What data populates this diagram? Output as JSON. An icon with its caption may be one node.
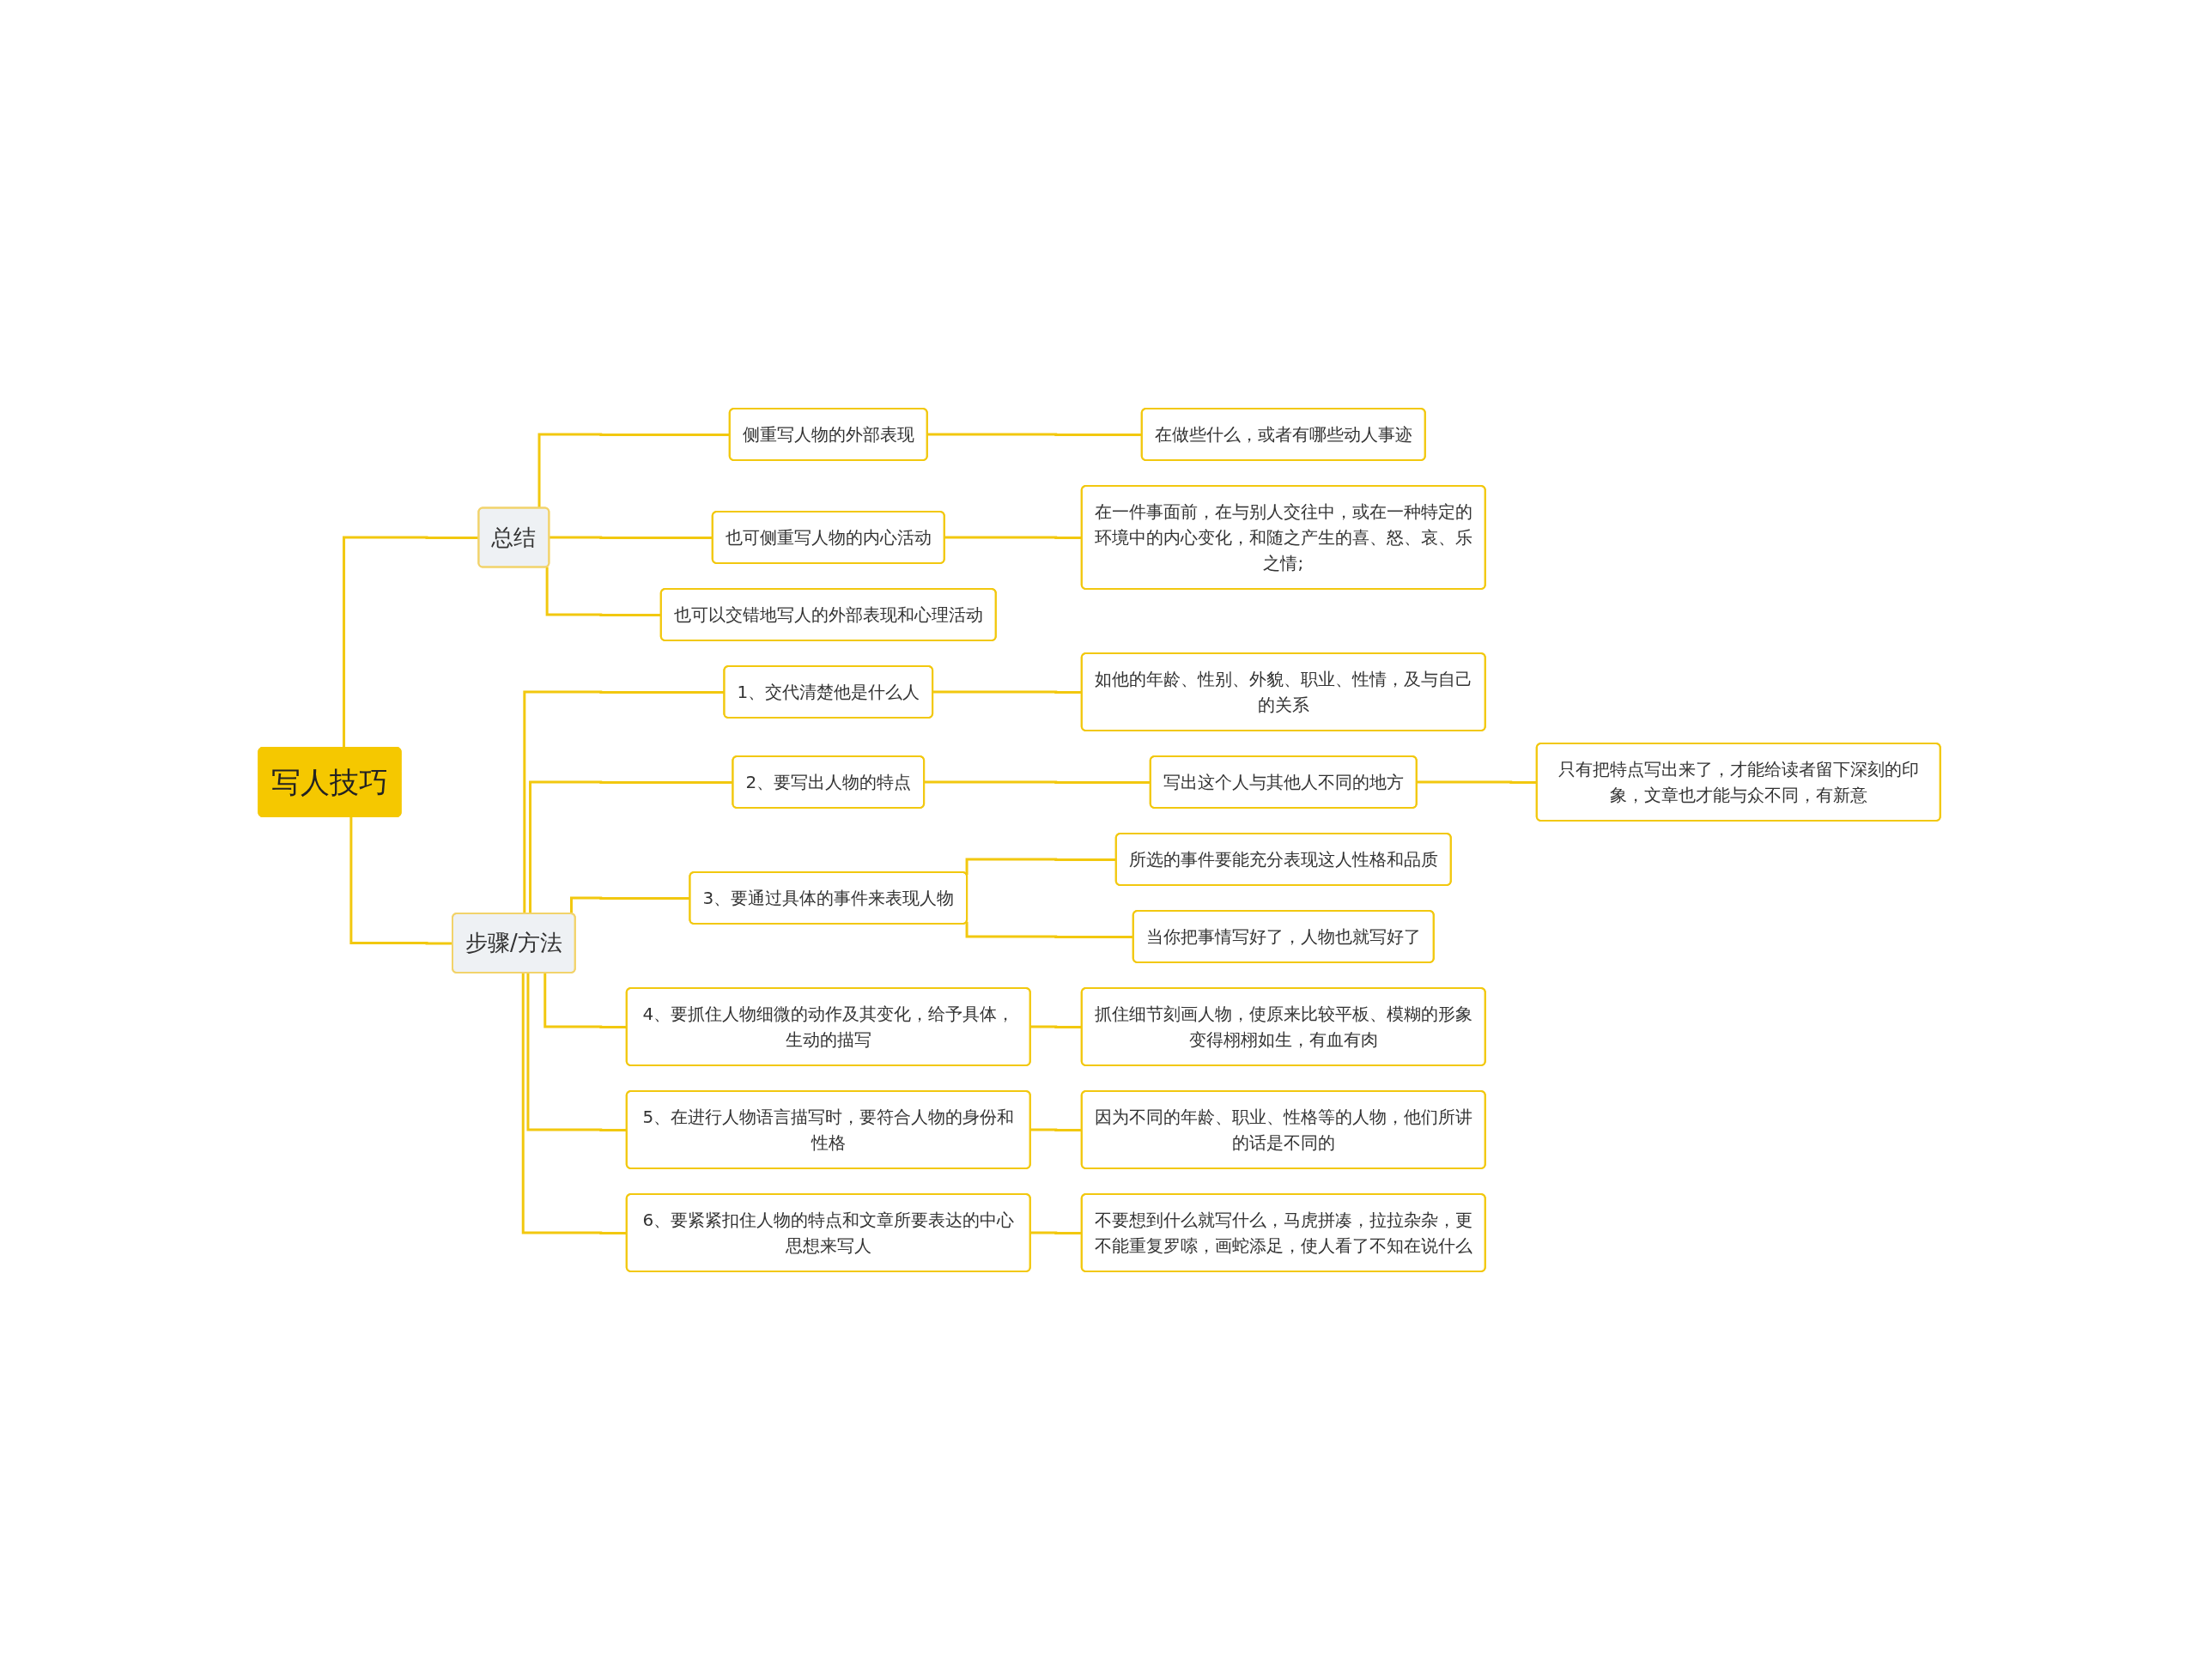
{
  "diagram": {
    "nodes": [
      {
        "text": [
          "写人技巧"
        ]
      },
      {
        "text": [
          "总结"
        ]
      },
      {
        "text": [
          "侧重写人物的外部表现"
        ]
      },
      {
        "text": [
          "在做些什么，或者有哪些动人事迹"
        ]
      },
      {
        "text": [
          "也可侧重写人物的内心活动"
        ]
      },
      {
        "text": [
          "在一件事面前，在与别人交往中，或在一种特定的环境中的内心变化，和随之产生的喜、怒、哀、乐之情;"
        ]
      },
      {
        "text": [
          "也可以交错地写人的外部表现和心理活动"
        ]
      },
      {
        "text": [
          "步骤/方法"
        ]
      },
      {
        "text": [
          "1、交代清楚他是什么人"
        ]
      },
      {
        "text": [
          "如他的年龄、性别、外貌、职业、性情，及与自己的关系"
        ]
      },
      {
        "text": [
          "2、要写出人物的特点"
        ]
      },
      {
        "text": [
          "写出这个人与其他人不同的地方"
        ]
      },
      {
        "text": [
          "只有把特点写出来了，才能给读者留下深刻的印象，文章也才能与众不同，有新意"
        ]
      },
      {
        "text": [
          "3、要通过具体的事件来表现人物"
        ]
      },
      {
        "text": [
          "所选的事件要能充分表现这人性格和品质"
        ]
      },
      {
        "text": [
          "当你把事情写好了，人物也就写好了"
        ]
      },
      {
        "text": [
          "4、要抓住人物细微的动作及其变化，给予具体，生动的描写"
        ]
      },
      {
        "text": [
          "抓住细节刻画人物，使原来比较平板、模糊的形象变得栩栩如生，有血有肉"
        ]
      },
      {
        "text": [
          "5、在进行人物语言描写时，要符合人物的身份和性格"
        ]
      },
      {
        "text": [
          "因为不同的年龄、职业、性格等的人物，他们所讲的话是不同的"
        ]
      },
      {
        "text": [
          "6、要紧紧扣住人物的特点和文章所要表达的中心思想来写人"
        ]
      },
      {
        "text": [
          "不要想到什么就写什么，马虎拼凑，拉拉杂杂，更不能重复罗嗦，画蛇添足，使人看了不知在说什么"
        ]
      }
    ],
    "edges": [
      {
        "from": 0,
        "to": 1,
        "arrow": "none"
      },
      {
        "from": 1,
        "to": 2,
        "arrow": "none"
      },
      {
        "from": 2,
        "to": 3,
        "arrow": "none"
      },
      {
        "from": 1,
        "to": 4,
        "arrow": "none"
      },
      {
        "from": 4,
        "to": 5,
        "arrow": "none"
      },
      {
        "from": 1,
        "to": 6,
        "arrow": "none"
      },
      {
        "from": 0,
        "to": 7,
        "arrow": "none"
      },
      {
        "from": 7,
        "to": 8,
        "arrow": "none"
      },
      {
        "from": 8,
        "to": 9,
        "arrow": "none"
      },
      {
        "from": 7,
        "to": 10,
        "arrow": "none"
      },
      {
        "from": 10,
        "to": 11,
        "arrow": "none"
      },
      {
        "from": 11,
        "to": 12,
        "arrow": "none"
      },
      {
        "from": 7,
        "to": 13,
        "arrow": "none"
      },
      {
        "from": 13,
        "to": 14,
        "arrow": "none"
      },
      {
        "from": 13,
        "to": 15,
        "arrow": "none"
      },
      {
        "from": 7,
        "to": 16,
        "arrow": "none"
      },
      {
        "from": 16,
        "to": 17,
        "arrow": "none"
      },
      {
        "from": 7,
        "to": 18,
        "arrow": "none"
      },
      {
        "from": 18,
        "to": 19,
        "arrow": "none"
      },
      {
        "from": 7,
        "to": 20,
        "arrow": "none"
      },
      {
        "from": 20,
        "to": 21,
        "arrow": "none"
      }
    ]
  }
}
